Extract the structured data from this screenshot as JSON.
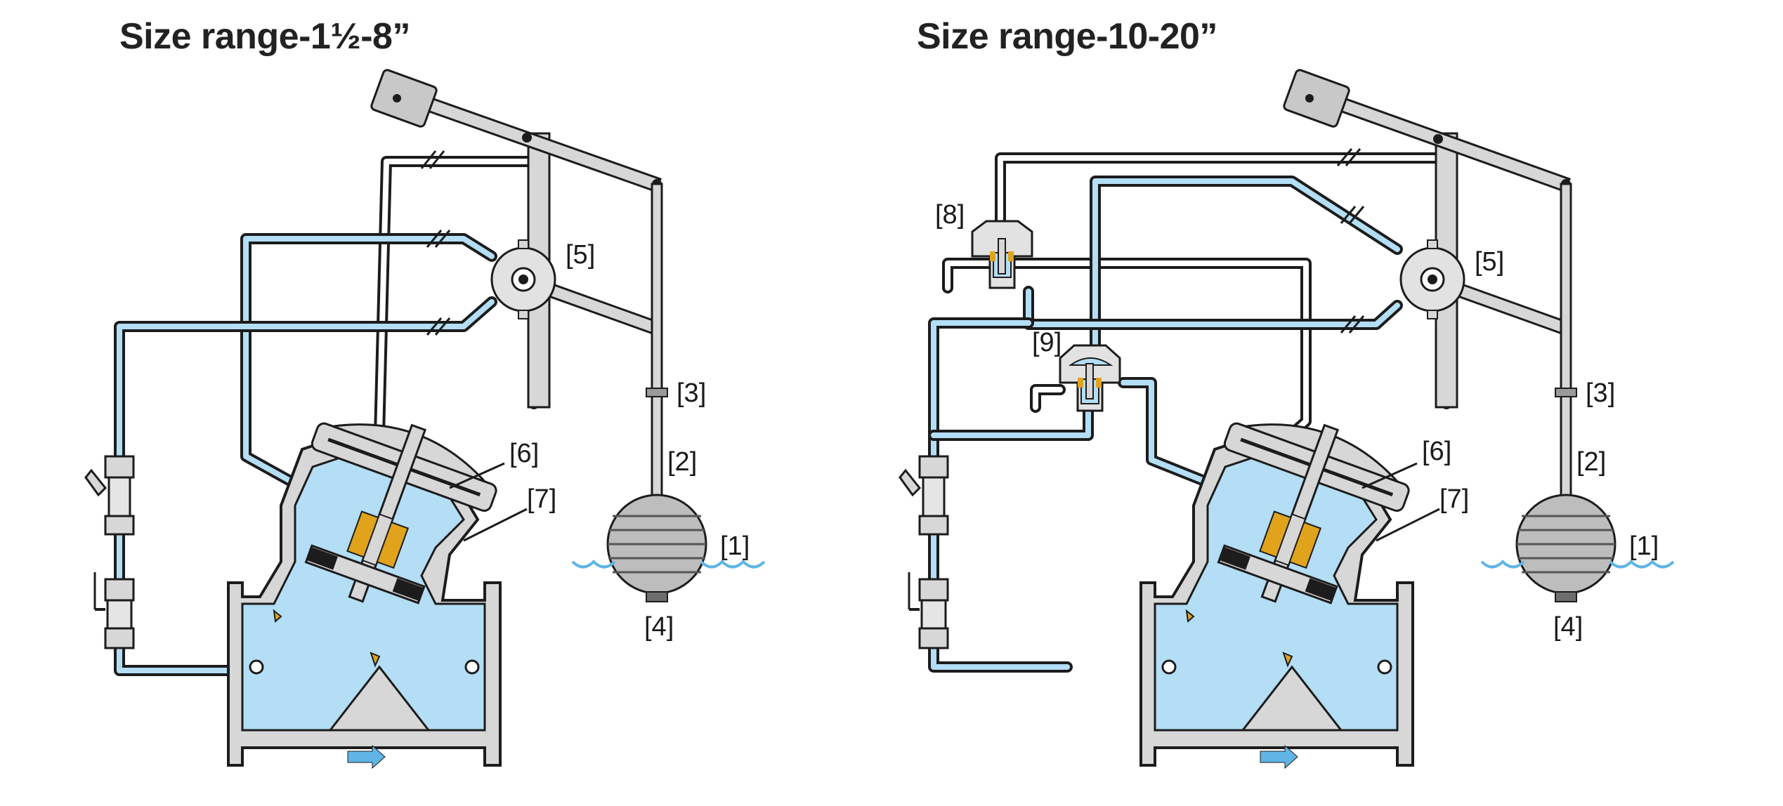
{
  "titles": {
    "left": "Size range-1½-8”",
    "right": "Size range-10-20”"
  },
  "colors": {
    "water": "#b3def5",
    "pipe_outline": "#1c1c1c",
    "metal": "#d7d7d7",
    "metal_dark": "#9a9a9a",
    "accent_yellow": "#e0a31b",
    "arrow": "#5fb5e6"
  },
  "callouts_left": {
    "c1": "[1]",
    "c2": "[2]",
    "c3": "[3]",
    "c4": "[4]",
    "c5": "[5]",
    "c6": "[6]",
    "c7": "[7]"
  },
  "callouts_right": {
    "c1": "[1]",
    "c2": "[2]",
    "c3": "[3]",
    "c4": "[4]",
    "c5": "[5]",
    "c6": "[6]",
    "c7": "[7]",
    "c8": "[8]",
    "c9": "[9]"
  }
}
